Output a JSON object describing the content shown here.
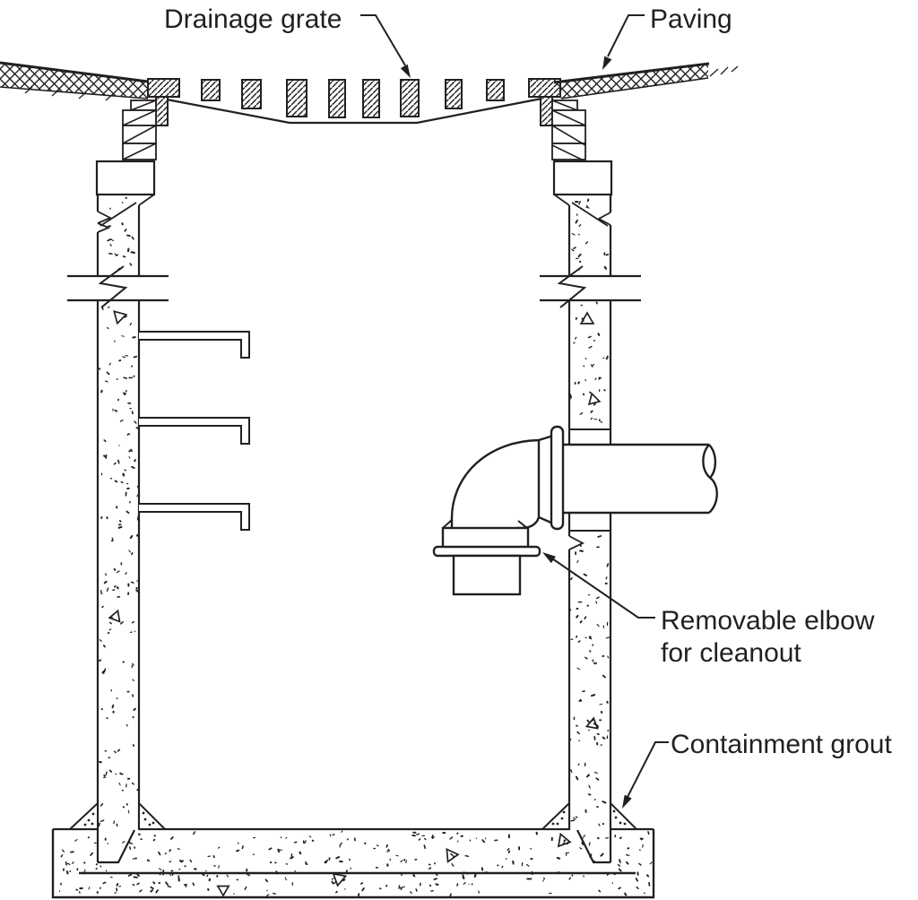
{
  "colors": {
    "ink": "#231f20",
    "background": "#ffffff"
  },
  "labels": {
    "drainage_grate": "Drainage grate",
    "paving": "Paving",
    "removable_elbow_line1": "Removable elbow",
    "removable_elbow_line2": "for cleanout",
    "containment_grout": "Containment grout"
  }
}
